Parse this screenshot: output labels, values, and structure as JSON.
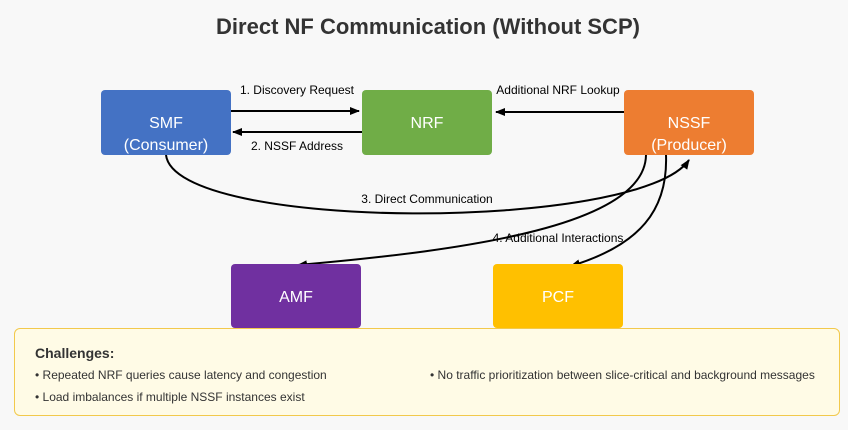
{
  "title": "Direct NF Communication (Without SCP)",
  "nodes": {
    "smf": {
      "name": "SMF",
      "role": "(Consumer)",
      "color": "#4472c4"
    },
    "nrf": {
      "name": "NRF",
      "color": "#70ad47"
    },
    "nssf": {
      "name": "NSSF",
      "role": "(Producer)",
      "color": "#ed7d31"
    },
    "amf": {
      "name": "AMF",
      "color": "#7030a0"
    },
    "pcf": {
      "name": "PCF",
      "color": "#ffc000"
    }
  },
  "edges": {
    "discovery_request": "1. Discovery Request",
    "nssf_address": "2. NSSF Address",
    "additional_nrf_lookup": "Additional NRF Lookup",
    "direct_communication": "3. Direct Communication",
    "additional_interactions": "4. Additional Interactions"
  },
  "challenges": {
    "title": "Challenges:",
    "items": [
      "• Repeated NRF queries cause latency and congestion",
      "• No traffic prioritization between slice-critical and background messages",
      "• Load imbalances if multiple NSSF instances exist"
    ]
  }
}
